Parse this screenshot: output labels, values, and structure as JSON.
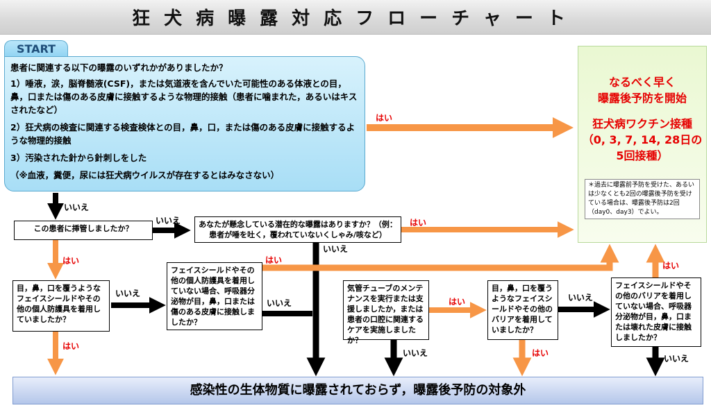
{
  "title": "狂犬病曝露対応フローチャート",
  "start": {
    "tab_label": "START",
    "question": "患者に関連する以下の曝露のいずれかがありましたか？",
    "items": [
      "1）唾液，涙，脳脊髄液(CSF)，または気道液を含んでいた可能性のある体液との目，鼻，口または傷のある皮膚に接触するような物理的接触（患者に噛まれた，あるいはキスされたなど）",
      "2）狂犬病の検査に関連する検査検体との目，鼻，口，または傷のある皮膚に接触するような物理的接触",
      "3）汚染された針から針刺しをした"
    ],
    "note": "（※血液，糞便，尿には狂犬病ウイルスが存在するとはみなさない）"
  },
  "outcome_pep": {
    "line1": "なるべく早く",
    "line2": "曝露後予防を開始",
    "line3": "狂犬病ワクチン接種",
    "line4": "（0, 3, 7, 14, 28日の",
    "line5": "5回接種）",
    "note": "＊過去に曝露前予防を受けた、あるいは少なくとも2回の曝露後予防を受けている場合は、曝露後予防は2回（day0、day3）でよい。"
  },
  "questions": {
    "intubated": "この患者に挿管しましたか？",
    "potential": "あなたが懸念している潜在的な曝露はありますか？（例：患者が唾を吐く，覆われていないくしゃみ/咳など）",
    "face_shield": "目，鼻，口を覆うようなフェイスシールドやその他の個人防護具を着用していましたか？",
    "no_ppe_contact": "フェイスシールドやその他の個人防護具を着用していない場合、呼吸器分泌物が目，鼻，口または傷のある皮膚に接触しましたか？",
    "tube_care": "気管チューブのメンテナンスを実行または支援しましたか，または患者の口腔に関連するケアを実施しましたか？",
    "barrier": "目，鼻，口を覆うようなフェイスシールドやその他のバリアを着用していましたか？",
    "no_barrier_contact": "フェイスシールドやその他のバリアを着用していない場合、呼吸器分泌物が目，鼻，口または壊れた皮膚に接触しましたか？"
  },
  "outcome_none": "感染性の生体物質に曝露されておらず，曝露後予防の対象外",
  "labels": {
    "yes": "はい",
    "no": "いいえ"
  },
  "colors": {
    "yes_arrow": "#f79646",
    "no_arrow": "#000000",
    "yes_text": "#e60000"
  }
}
